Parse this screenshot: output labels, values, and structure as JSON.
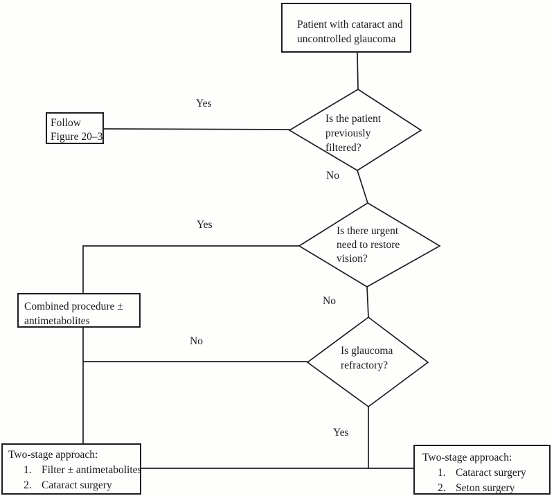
{
  "flowchart": {
    "start": {
      "lines": [
        "Patient with cataract and",
        "uncontrolled glaucoma"
      ]
    },
    "decision_previously_filtered": {
      "lines": [
        "Is the patient",
        "previously",
        "filtered?"
      ]
    },
    "follow_figure": {
      "lines": [
        "Follow",
        "Figure 20–3"
      ]
    },
    "decision_urgent_vision": {
      "lines": [
        "Is there urgent",
        "need to restore",
        "vision?"
      ]
    },
    "combined_procedure": {
      "lines": [
        "Combined procedure ±",
        "antimetabolites"
      ]
    },
    "decision_glaucoma_refractory": {
      "lines": [
        "Is glaucoma",
        "refractory?"
      ]
    },
    "two_stage_filter": {
      "title": "Two-stage approach:",
      "items": [
        {
          "num": "1.",
          "text": "Filter ± antimetabolites"
        },
        {
          "num": "2.",
          "text": "Cataract surgery"
        }
      ]
    },
    "two_stage_seton": {
      "title": "Two-stage approach:",
      "items": [
        {
          "num": "1.",
          "text": "Cataract surgery"
        },
        {
          "num": "2.",
          "text": "Seton surgery"
        }
      ]
    },
    "labels": {
      "previously_filtered_yes": "Yes",
      "previously_filtered_no": "No",
      "urgent_vision_yes": "Yes",
      "urgent_vision_no": "No",
      "glaucoma_refractory_no": "No",
      "glaucoma_refractory_yes": "Yes"
    },
    "colors": {
      "line": "#1e1e1e",
      "background": "#fefefd",
      "text": "#191919"
    }
  }
}
